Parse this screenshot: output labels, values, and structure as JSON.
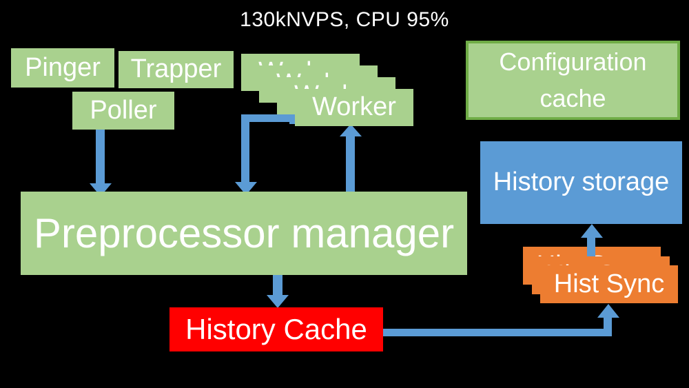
{
  "title": "130kNVPS, CPU 95%",
  "nodes": {
    "pinger": {
      "label": "Pinger",
      "color": "#A9D18E"
    },
    "trapper": {
      "label": "Trapper",
      "color": "#A9D18E"
    },
    "poller": {
      "label": "Poller",
      "color": "#A9D18E"
    },
    "worker_stack": {
      "label": "Worker",
      "count": 4,
      "color": "#A9D18E"
    },
    "configuration_cache": {
      "label": "Configuration cache",
      "color": "#A9D18E",
      "border_color": "#70AD47"
    },
    "history_storage": {
      "label": "History storage",
      "color": "#5B9BD5"
    },
    "preprocessor_manager": {
      "label": "Preprocessor manager",
      "color": "#A9D18E"
    },
    "history_cache": {
      "label": "History Cache",
      "color": "#FF0000"
    },
    "hist_sync_stack": {
      "label": "Hist Sync",
      "count": 3,
      "color": "#ED7D31"
    }
  },
  "edges": [
    {
      "from": "poller",
      "to": "preprocessor_manager",
      "style": "straight-down"
    },
    {
      "from": "worker_stack",
      "to": "preprocessor_manager",
      "style": "elbow-down"
    },
    {
      "from": "preprocessor_manager",
      "to": "worker_stack",
      "style": "straight-up"
    },
    {
      "from": "preprocessor_manager",
      "to": "history_cache",
      "style": "straight-down"
    },
    {
      "from": "history_cache",
      "to": "hist_sync_stack",
      "style": "elbow-right-up"
    },
    {
      "from": "hist_sync_stack",
      "to": "history_storage",
      "style": "straight-up"
    }
  ],
  "colors": {
    "background": "#000000",
    "text": "#FFFFFF",
    "arrow": "#5B9BD5",
    "green_fill": "#A9D18E",
    "green_border": "#70AD47",
    "blue_fill": "#5B9BD5",
    "orange_fill": "#ED7D31",
    "red_fill": "#FF0000"
  }
}
